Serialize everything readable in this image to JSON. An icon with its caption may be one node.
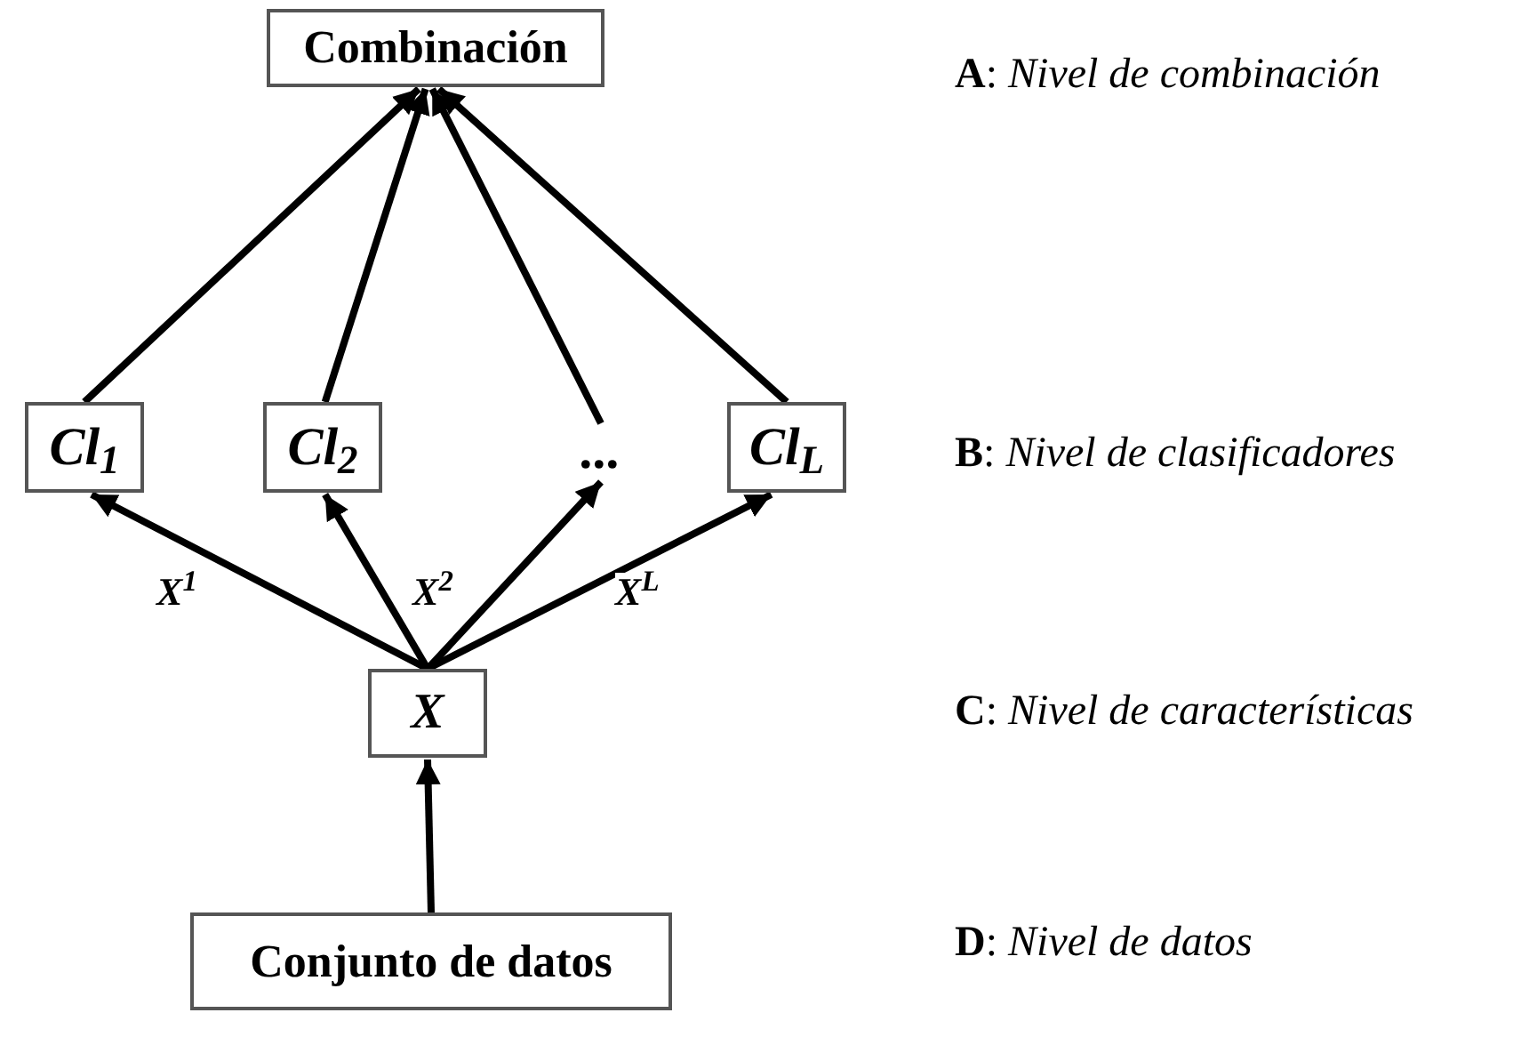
{
  "diagram": {
    "nodes": [
      {
        "text": [
          "Combinación"
        ]
      },
      {
        "text": [
          "Cl$_{1}$"
        ]
      },
      {
        "text": [
          "Cl$_{2}$"
        ]
      },
      {
        "text": [
          "..."
        ]
      },
      {
        "text": [
          "Cl$_{L}$"
        ]
      },
      {
        "text": [
          "X"
        ]
      },
      {
        "text": [
          "Conjunto de datos"
        ]
      }
    ],
    "edges": [
      {
        "from": 1,
        "to": 0,
        "arrow": "to"
      },
      {
        "from": 2,
        "to": 0,
        "arrow": "to"
      },
      {
        "from": 3,
        "to": 0,
        "arrow": "to"
      },
      {
        "from": 4,
        "to": 0,
        "arrow": "to"
      },
      {
        "from": 5,
        "to": 1,
        "arrow": "to",
        "label": "X$^{1}$"
      },
      {
        "from": 5,
        "to": 2,
        "arrow": "to",
        "label": "X$^{2}$"
      },
      {
        "from": 5,
        "to": 3,
        "arrow": "to"
      },
      {
        "from": 5,
        "to": 4,
        "arrow": "to",
        "label": "X$^{L}$"
      },
      {
        "from": 6,
        "to": 5,
        "arrow": "to"
      }
    ],
    "labels": [
      "**A**: *Nivel de combinación*",
      "**B**: *Nivel de clasificadores*",
      "**C**: *Nivel de características*",
      "**D**: *Nivel de datos*"
    ]
  }
}
